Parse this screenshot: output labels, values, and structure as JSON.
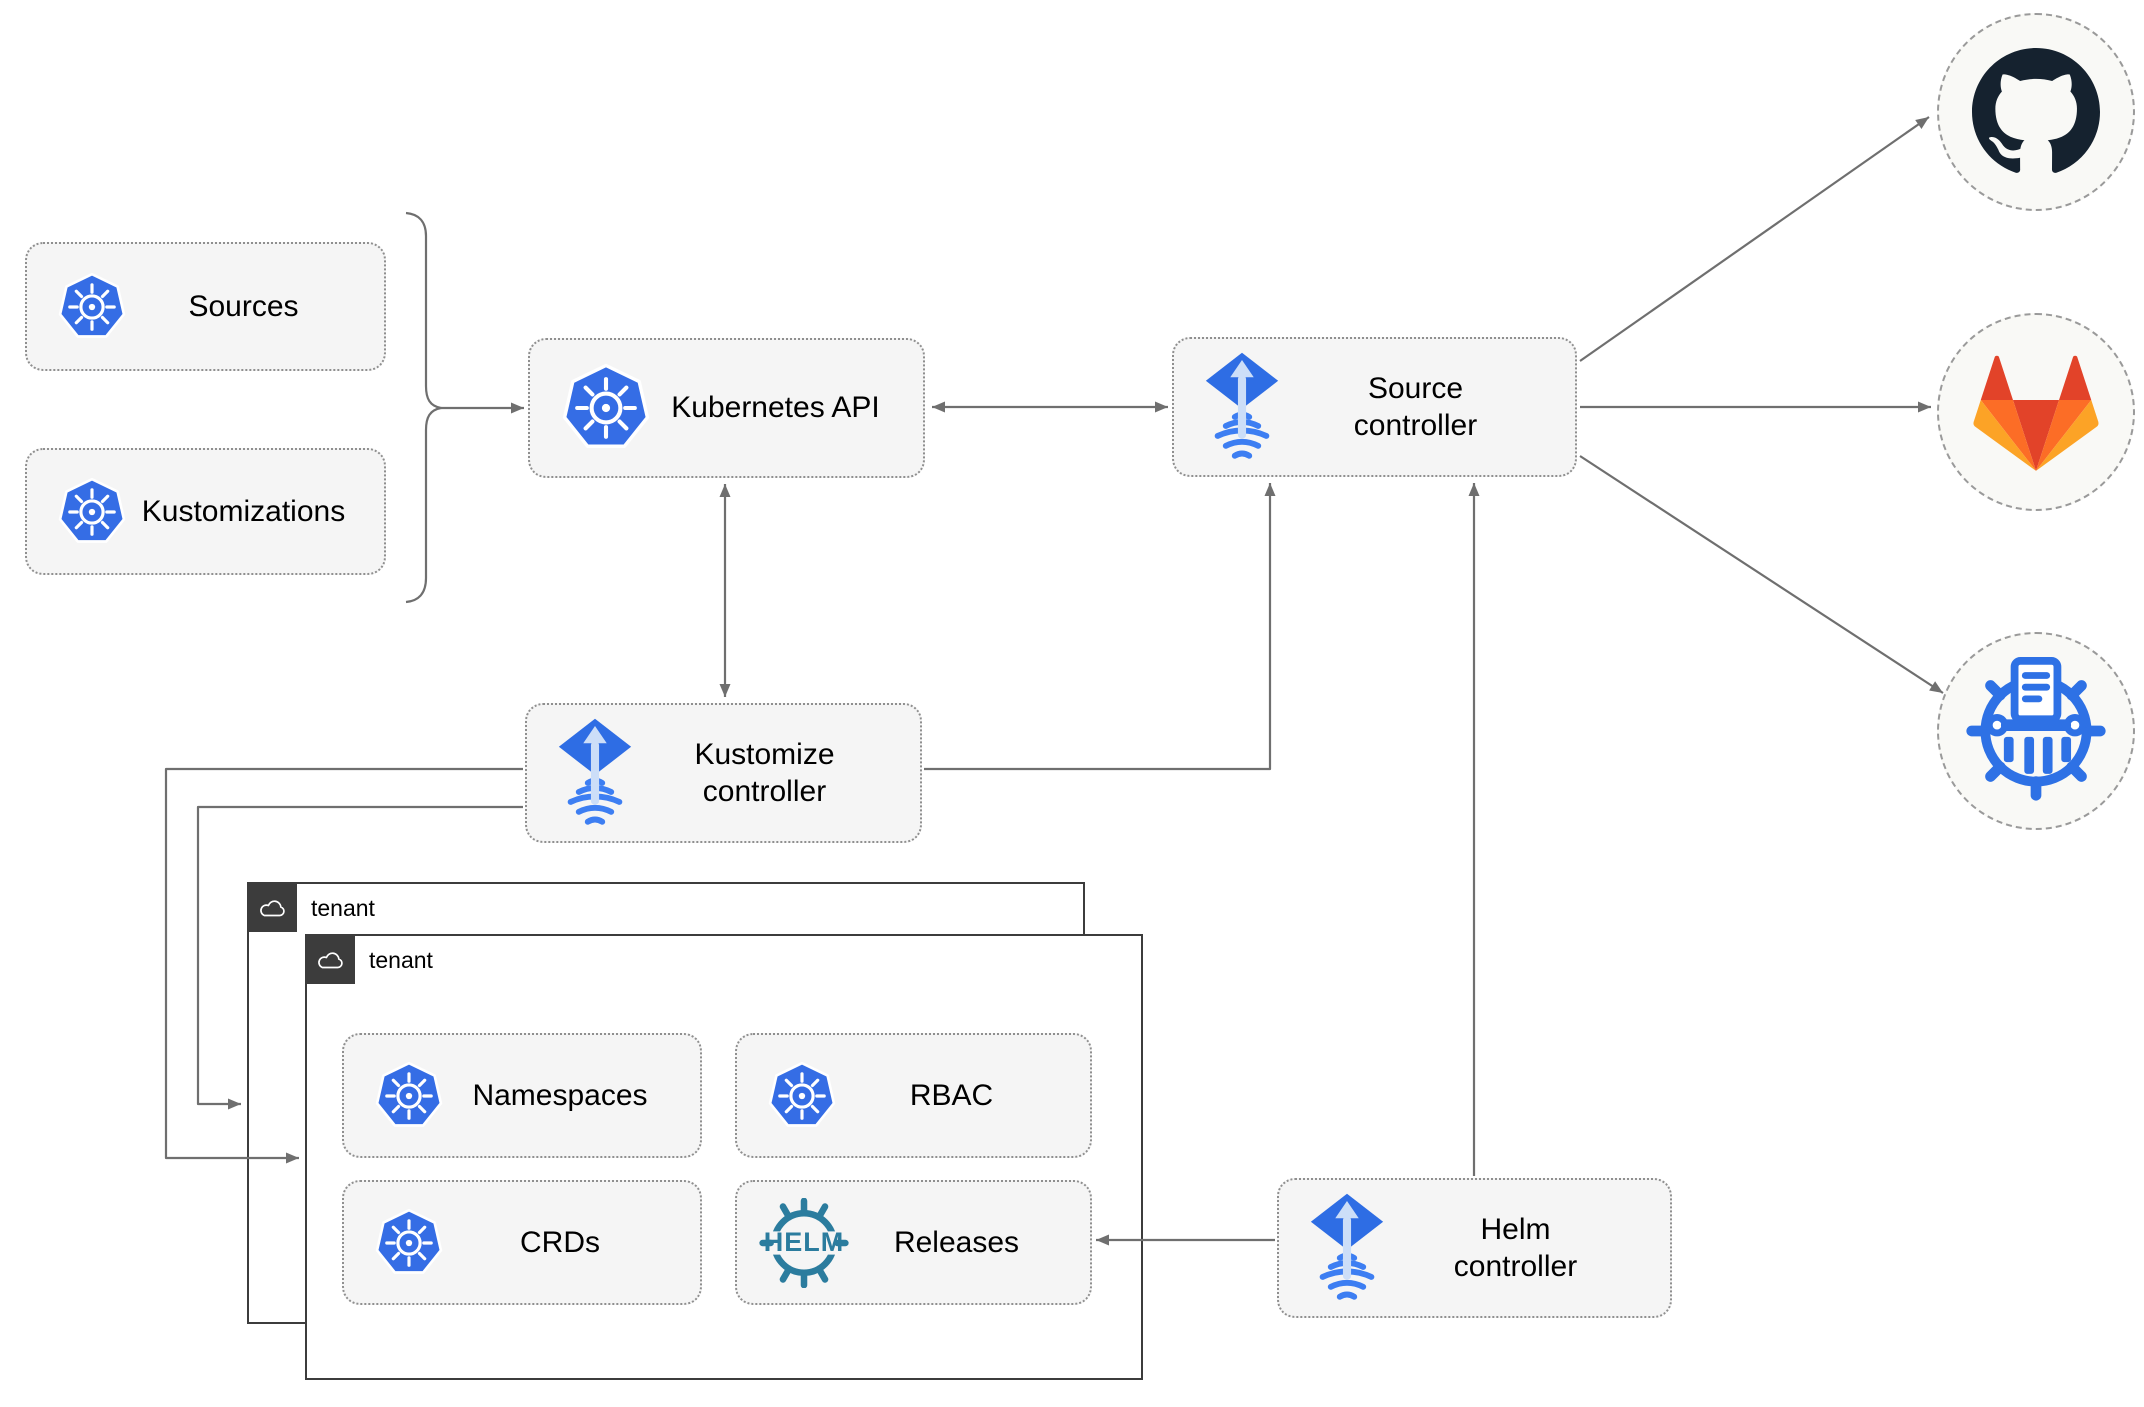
{
  "boxes": {
    "sources": "Sources",
    "kustomizations": "Kustomizations",
    "kubernetes_api": "Kubernetes API",
    "source_controller": "Source\ncontroller",
    "kustomize_controller": "Kustomize\ncontroller",
    "helm_controller": "Helm\ncontroller",
    "namespaces": "Namespaces",
    "rbac": "RBAC",
    "crds": "CRDs",
    "releases": "Releases"
  },
  "tenants": [
    {
      "label": "tenant"
    },
    {
      "label": "tenant"
    }
  ],
  "logos": {
    "helm_text": "HELM",
    "kubernetes": "kubernetes-wheel-logo",
    "flux": "flux-arrow-logo",
    "helm": "helm-wheel-logo",
    "github": "github-octocat-logo",
    "gitlab": "gitlab-tanuki-logo",
    "chartmuseum": "chartmuseum-helm-repository-logo",
    "cloud": "cloud-icon"
  },
  "colors": {
    "kubernetes_blue": "#356de5",
    "flux_blue": "#2e6de4",
    "flux_arrow_light": "#ccdef8",
    "helm_teal": "#2b7c9e",
    "github_dark": "#15222f",
    "gitlab_red_orange": "#e24329",
    "gitlab_orange": "#fc6d26",
    "gitlab_amber": "#fca326",
    "box_fill": "#f5f5f5",
    "box_border": "#8f8f8f",
    "tenant_border": "#3c3c3c",
    "arrow_gray": "#6f6f6f",
    "circle_fill": "#f9f9f6"
  }
}
